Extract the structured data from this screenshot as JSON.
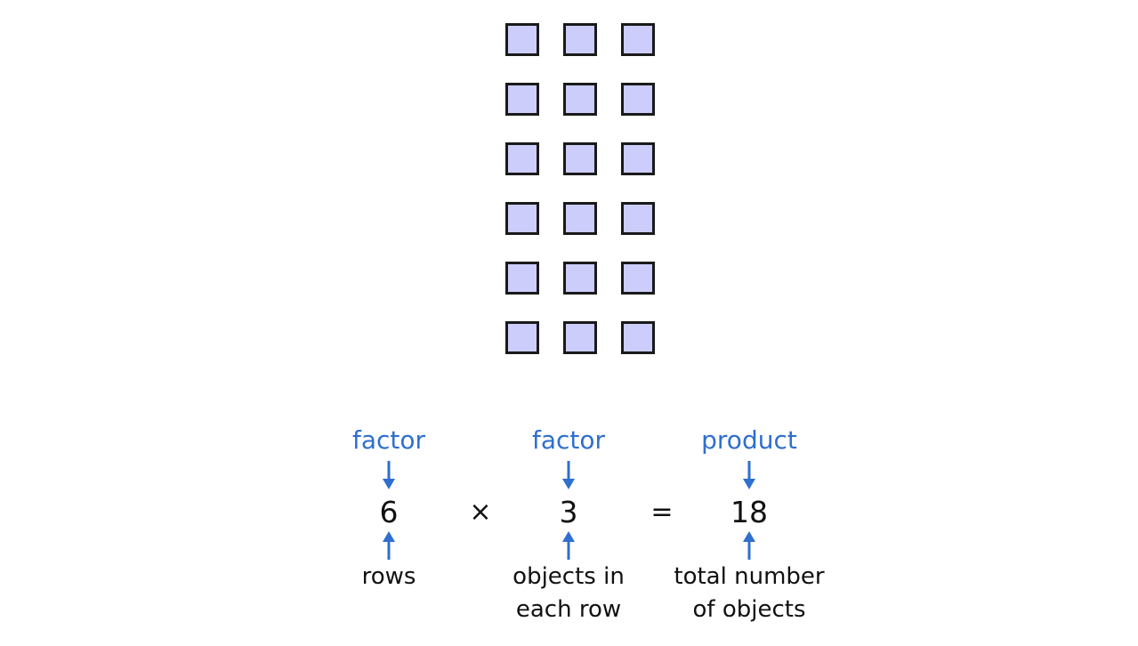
{
  "array": {
    "rows": 6,
    "columns": 3,
    "cell_color": "#cccdfa",
    "border_color": "#1a1a1a"
  },
  "equation": {
    "terms": [
      {
        "label": "factor",
        "value": "6",
        "description": "rows"
      },
      {
        "label": "factor",
        "value": "3",
        "description": "objects in each row"
      },
      {
        "label": "product",
        "value": "18",
        "description": "total number of objects"
      }
    ],
    "operators": [
      "×",
      "="
    ],
    "label_color": "#2f6fce",
    "arrow_color": "#2f6fce"
  }
}
